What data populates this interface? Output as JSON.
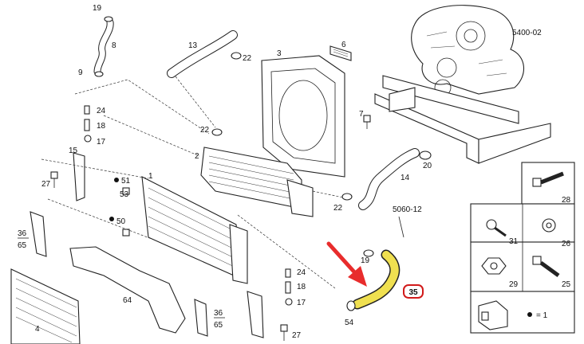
{
  "diagram": {
    "reference_codes": {
      "top_right": "5400-02",
      "hose_group": "5060-12"
    },
    "highlight": {
      "label": "35",
      "highlight_color": "#f0e050",
      "arrow_color": "#e82c2c",
      "badge_color": "#d11a1a"
    },
    "callouts": {
      "c19a": "19",
      "c8": "8",
      "c9": "9",
      "c13": "13",
      "c22a": "22",
      "c6": "6",
      "c3": "3",
      "c24a": "24",
      "c18a": "18",
      "c17a": "17",
      "c22b": "22",
      "c7": "7",
      "c2": "2",
      "c14": "14",
      "c20": "20",
      "c15": "15",
      "c27a": "27",
      "c1": "1",
      "c51": "51",
      "c53": "53",
      "c50": "50",
      "c22c": "22",
      "c36a": "36",
      "c65a": "65",
      "c19b": "19",
      "c64": "64",
      "c4": "4",
      "c24b": "24",
      "c18b": "18",
      "c17b": "17",
      "c36b": "36",
      "c65b": "65",
      "c27b": "27",
      "c54": "54"
    },
    "legend_box": {
      "items": {
        "l28": "28",
        "l31": "31",
        "l26": "26",
        "l29": "29",
        "l25": "25"
      },
      "equals_text": "= 1"
    }
  }
}
